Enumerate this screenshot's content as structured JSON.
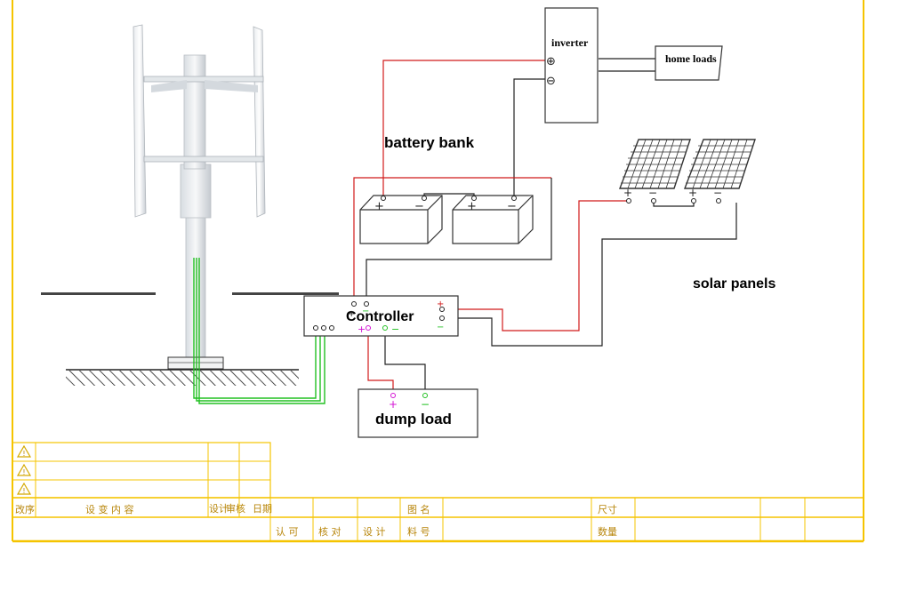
{
  "labels": {
    "inverter": "inverter",
    "home_loads": "home loads",
    "battery_bank": "battery bank",
    "solar_panels": "solar panels",
    "controller": "Controller",
    "dump_load": "dump load"
  },
  "symbols": {
    "plus": "+",
    "minus": "−",
    "plus_circle": "⊕",
    "minus_circle": "⊖"
  },
  "title_block": {
    "row1_col1": "改序",
    "row1_col2": "设 变 内 容",
    "row1_col3": "设计",
    "row1_col4": "审核",
    "row1_col5": "日期",
    "row2_col1": "认 可",
    "row2_col2": "核 对",
    "row2_col3": "设 计",
    "drawing_name_label": "图 名",
    "drawing_no_label": "料 号",
    "size_label": "尺寸",
    "qty_label": "数量"
  },
  "colors": {
    "wire_black": "#222222",
    "wire_red": "#d11a1a",
    "wire_green": "#22c022",
    "terminal_magenta": "#d414d4",
    "title_block_line": "#f5c400"
  }
}
